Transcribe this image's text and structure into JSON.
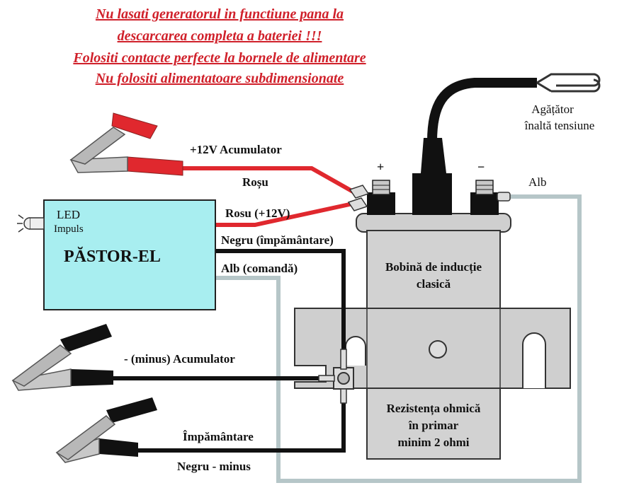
{
  "warnings": [
    "Nu lasati generatorul in functiune pana la",
    "descarcarea completa a bateriei !!!",
    "Folositi contacte perfecte la bornele de alimentare",
    "Nu folositi alimentatoare subdimensionate"
  ],
  "colors": {
    "warning": "#d0202a",
    "box": "#a8eef0",
    "coil": "#d2d2d2",
    "red_wire": "#e0282e",
    "black_wire": "#111111",
    "white_wire": "#b6c6c8"
  },
  "device": {
    "name": "PĂSTOR-EL",
    "led": "LED",
    "impulse": "Impuls"
  },
  "hv_hook": {
    "line1": "Agățător",
    "line2": "înaltă tensiune"
  },
  "terminals": {
    "plus": "+",
    "minus": "−"
  },
  "wires": {
    "battery_plus": "+12V Acumulator",
    "red": "Roșu",
    "red_12v": "Rosu (+12V)",
    "black_ground": "Negru (împământare)",
    "white_command": "Alb (comandă)",
    "white": "Alb",
    "battery_minus": "- (minus)  Acumulator",
    "ground": "Împământare",
    "black_minus": "Negru - minus"
  },
  "coil": {
    "line1": "Bobină de inducție",
    "line2": "clasică"
  },
  "resistor": {
    "line1": "Rezistența ohmică",
    "line2": "în primar",
    "line3": "minim 2 ohmi"
  }
}
